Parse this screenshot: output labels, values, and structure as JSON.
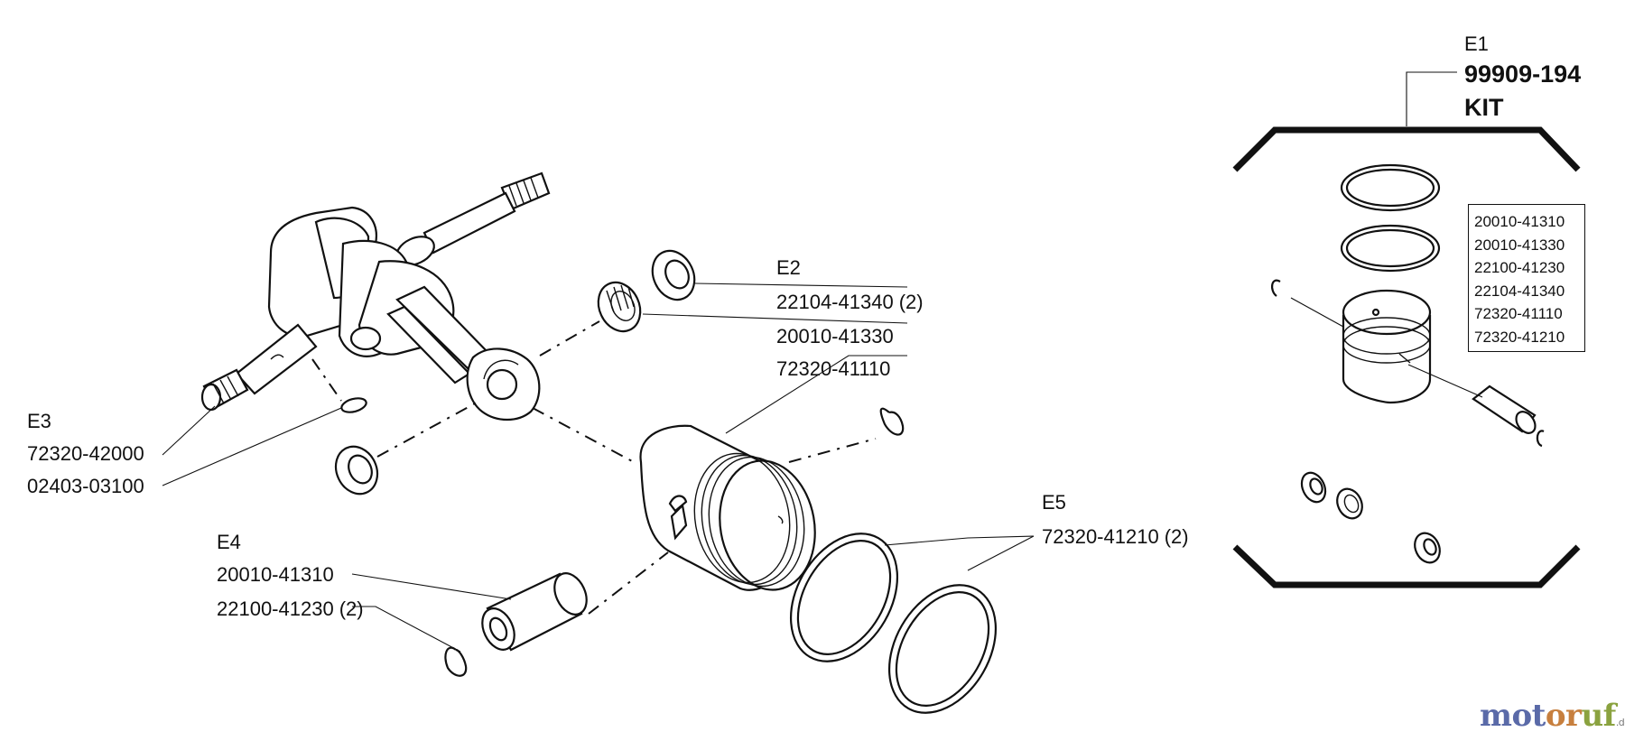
{
  "groups": {
    "e1": {
      "tag": "E1",
      "kit_number": "99909-194",
      "kit_label": "KIT"
    },
    "e2": {
      "tag": "E2",
      "parts": [
        {
          "number": "22104-41340",
          "qty": "(2)"
        },
        {
          "number": "20010-41330",
          "qty": ""
        },
        {
          "number": "72320-41110",
          "qty": ""
        }
      ]
    },
    "e3": {
      "tag": "E3",
      "parts": [
        {
          "number": "72320-42000",
          "qty": ""
        },
        {
          "number": "02403-03100",
          "qty": ""
        }
      ]
    },
    "e4": {
      "tag": "E4",
      "parts": [
        {
          "number": "20010-41310",
          "qty": ""
        },
        {
          "number": "22100-41230",
          "qty": "(2)"
        }
      ]
    },
    "e5": {
      "tag": "E5",
      "parts": [
        {
          "number": "72320-41210",
          "qty": "(2)"
        }
      ]
    }
  },
  "kit_contents": [
    "20010-41310",
    "20010-41330",
    "22100-41230",
    "22104-41340",
    "72320-41110",
    "72320-41210"
  ],
  "watermark": {
    "part1": "mot",
    "part2": "or",
    "part3": "uf",
    "tld": ".de"
  },
  "icons": [
    "crankshaft",
    "connecting-rod",
    "needle-bearing",
    "shaft-seal",
    "piston",
    "piston-ring",
    "piston-pin",
    "circlip",
    "woodruff-key",
    "kit-bag"
  ]
}
